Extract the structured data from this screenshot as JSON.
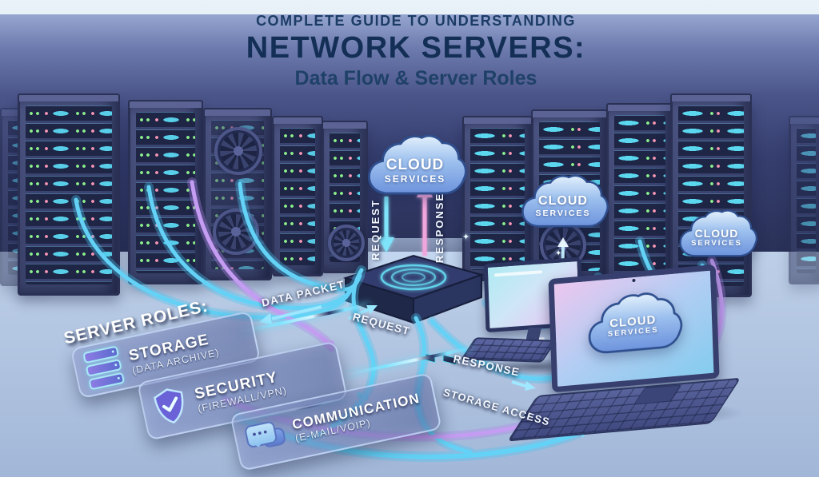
{
  "title": {
    "line1": "COMPLETE GUIDE TO UNDERSTANDING",
    "line2": "NETWORK SERVERS:",
    "line3": "Data Flow & Server Roles"
  },
  "clouds": {
    "center": {
      "title": "CLOUD",
      "subtitle": "SERVICES"
    },
    "mid": {
      "title": "CLOUD",
      "subtitle": "SERVICES"
    },
    "right": {
      "title": "CLOUD",
      "subtitle": "SERVICES"
    },
    "laptop": {
      "title": "CLOUD",
      "subtitle": "SERVICES"
    }
  },
  "flow": {
    "request_vertical": "REQUEST",
    "response_vertical": "RESPONSE",
    "data_packet": "DATA PACKET",
    "request_floor": "REQUEST",
    "response_floor": "RESPONSE",
    "storage_access": "STORAGE ACCESS"
  },
  "roles": {
    "heading": "SERVER ROLES:",
    "items": [
      {
        "name": "STORAGE",
        "detail": "(DATA ARCHIVE)",
        "icon": "storage-stack-icon"
      },
      {
        "name": "SECURITY",
        "detail": "(FIREWALL/VPN)",
        "icon": "shield-check-icon"
      },
      {
        "name": "COMMUNICATION",
        "detail": "(E-MAIL/VOIP)",
        "icon": "chat-bubbles-icon"
      }
    ]
  },
  "icons": {
    "sparkle": "✦"
  },
  "colors": {
    "title_navy": "#142f56",
    "cable_cyan": "#49c6f2",
    "cable_purple": "#b386ec",
    "arrow_pink": "#f0a6dc",
    "arrow_bright": "#9fe8ff",
    "cloud_fill_top": "#dcecfb",
    "cloud_fill_bottom": "#6d93dd",
    "led_green": "#8df08c",
    "led_pink": "#f795b5",
    "led_cyan": "#5fd8f0",
    "floor_dark": "#2a3158"
  }
}
